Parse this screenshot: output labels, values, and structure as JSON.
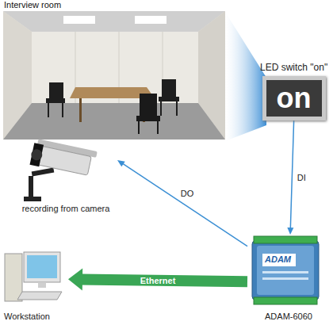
{
  "diagram": {
    "nodes": [
      {
        "text": [
          "LED switch \"on\"",
          "on"
        ]
      },
      {
        "text": [
          "recording from camera"
        ]
      },
      {
        "text": [
          "ADAM-6060"
        ]
      },
      {
        "text": [
          "Workstation"
        ]
      }
    ],
    "edges": [
      {
        "from": 0,
        "to": 2,
        "arrow": "to",
        "label": "DI"
      },
      {
        "from": 2,
        "to": 1,
        "arrow": "to",
        "label": "DO"
      },
      {
        "from": 2,
        "to": 3,
        "arrow": "to",
        "label": "Ethernet"
      }
    ],
    "labels": [
      "Interview room",
      "ADAM"
    ]
  }
}
